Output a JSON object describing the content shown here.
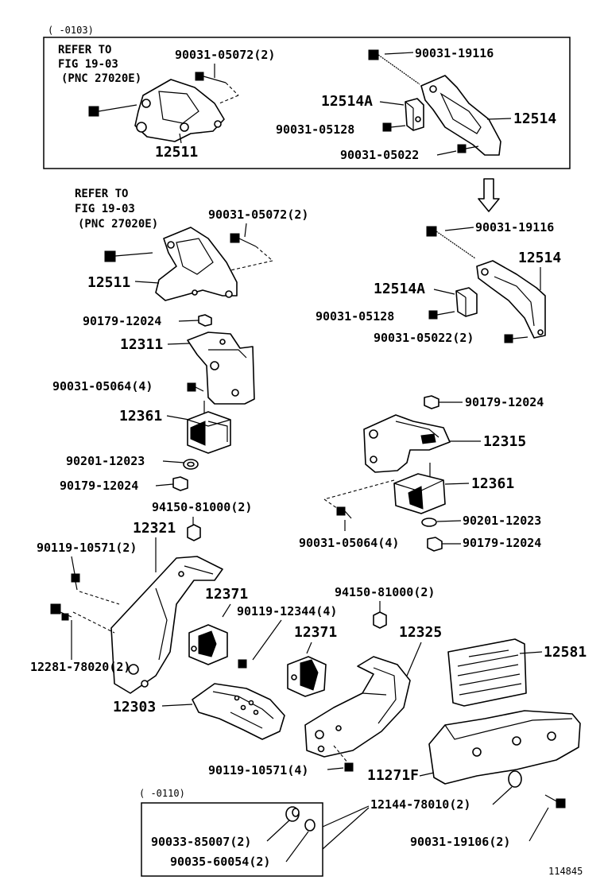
{
  "header": {
    "range_top": "(      -0103)",
    "range_bottom": "(       -0110)",
    "figure_id": "114845"
  },
  "refer": {
    "line1": "REFER TO",
    "line2": "FIG 19-03",
    "line3": "(PNC 27020E)"
  },
  "parts": {
    "p_90031_05072_2": "90031-05072(2)",
    "p_90031_19116": "90031-19116",
    "p_12514A": "12514A",
    "p_12514": "12514",
    "p_90031_05128": "90031-05128",
    "p_90031_05022": "90031-05022",
    "p_90031_05022_2": "90031-05022(2)",
    "p_12511": "12511",
    "p_90179_12024": "90179-12024",
    "p_12311": "12311",
    "p_90031_05064_4": "90031-05064(4)",
    "p_12361": "12361",
    "p_90201_12023": "90201-12023",
    "p_94150_81000_2": "94150-81000(2)",
    "p_12321": "12321",
    "p_90119_10571_2": "90119-10571(2)",
    "p_12281_78020_2": "12281-78020(2)",
    "p_12371": "12371",
    "p_90119_12344_4": "90119-12344(4)",
    "p_12325": "12325",
    "p_12581": "12581",
    "p_12303": "12303",
    "p_90119_10571_4": "90119-10571(4)",
    "p_11271F": "11271F",
    "p_12315": "12315",
    "p_12144_78010_2": "12144-78010(2)",
    "p_90033_85007_2": "90033-85007(2)",
    "p_90035_60054_2": "90035-60054(2)",
    "p_90031_19106_2": "90031-19106(2)"
  },
  "icons": {
    "arrow": "down-arrow-icon"
  }
}
